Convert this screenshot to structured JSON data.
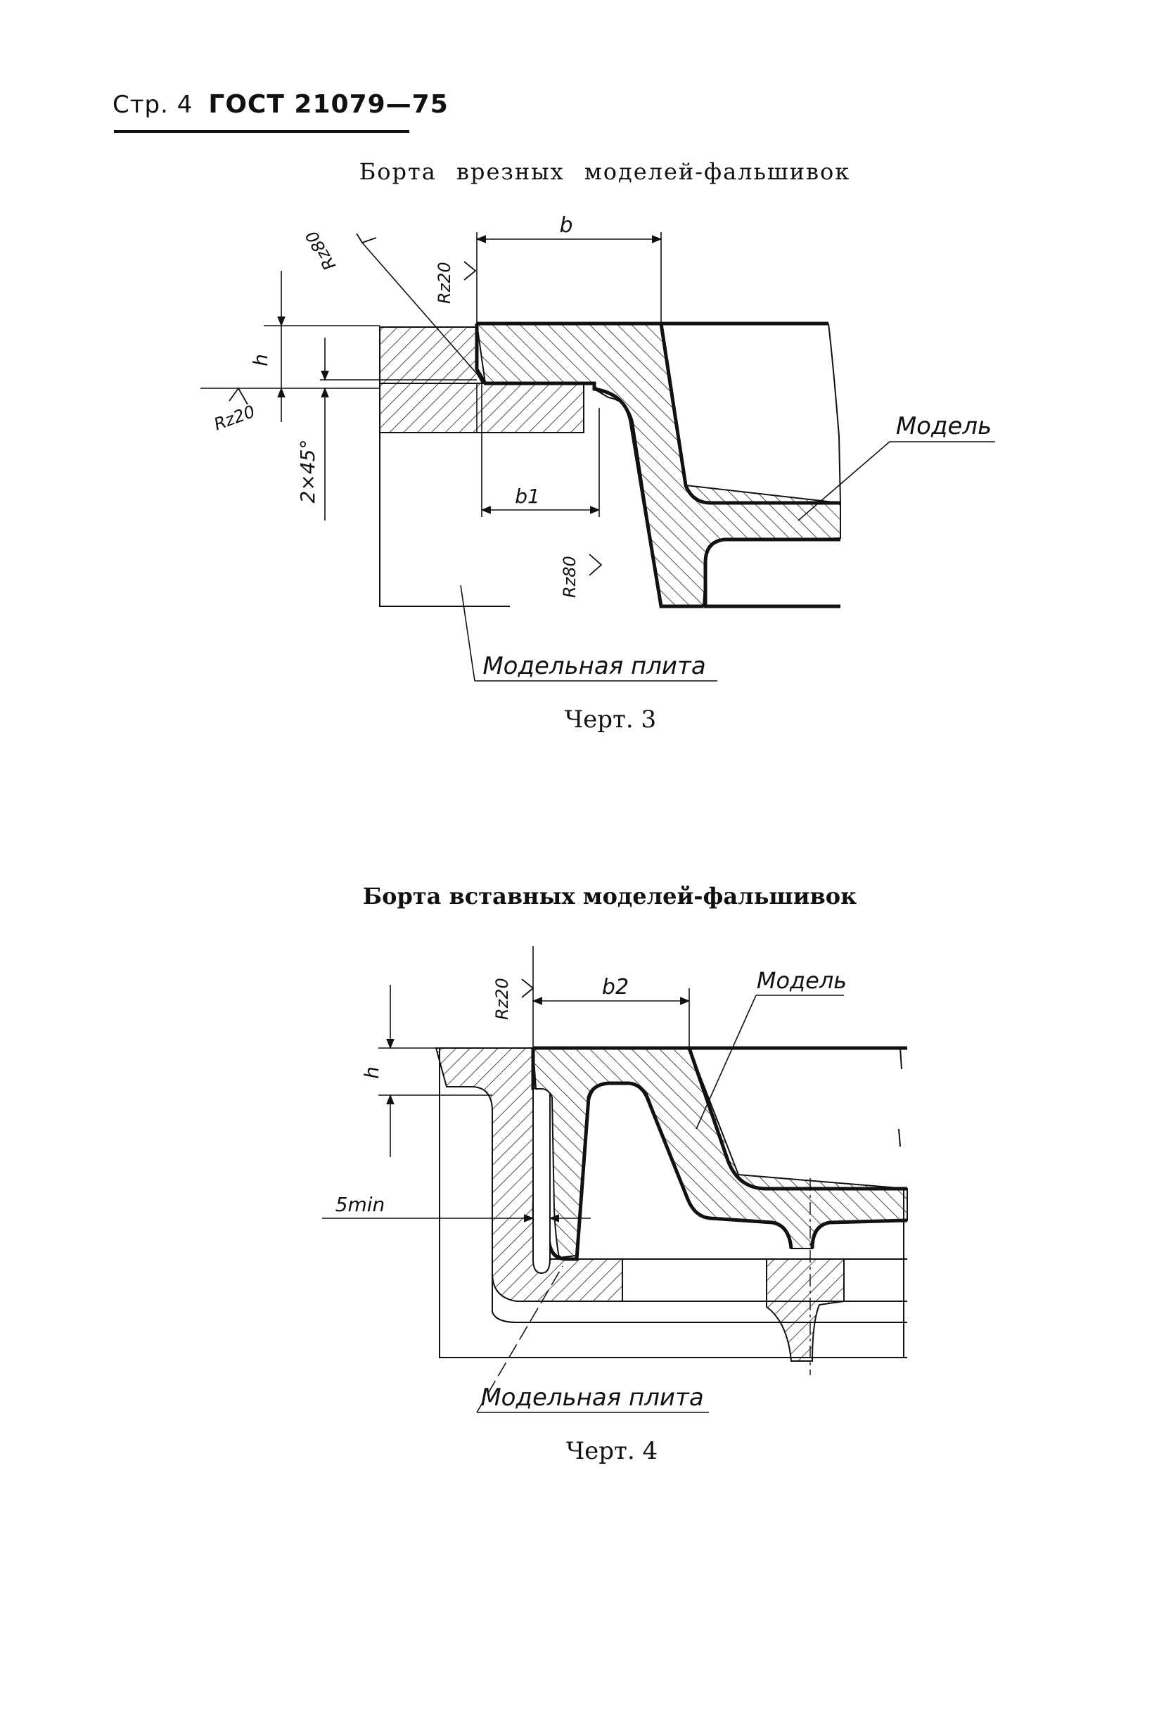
{
  "header": {
    "page_label": "Стр. 4",
    "standard": "ГОСТ 21079—75"
  },
  "figure3": {
    "title": "Борта врезных моделей-фальшивок",
    "caption": "Черт. 3",
    "labels": {
      "b": "b",
      "b1": "b1",
      "h": "h",
      "chamfer": "2×45°",
      "rz80_top": "Rz80",
      "rz20_top": "Rz20",
      "rz20_left": "Rz20",
      "rz80_bottom": "Rz80",
      "model": "Модель",
      "pattern_plate": "Модельная плита"
    }
  },
  "figure4": {
    "title": "Борта вставных моделей-фальшивок",
    "caption": "Черт. 4",
    "labels": {
      "b2": "b2",
      "h": "h",
      "rz20": "Rz20",
      "min_gap": "5min",
      "model": "Модель",
      "pattern_plate": "Модельная плита"
    }
  }
}
